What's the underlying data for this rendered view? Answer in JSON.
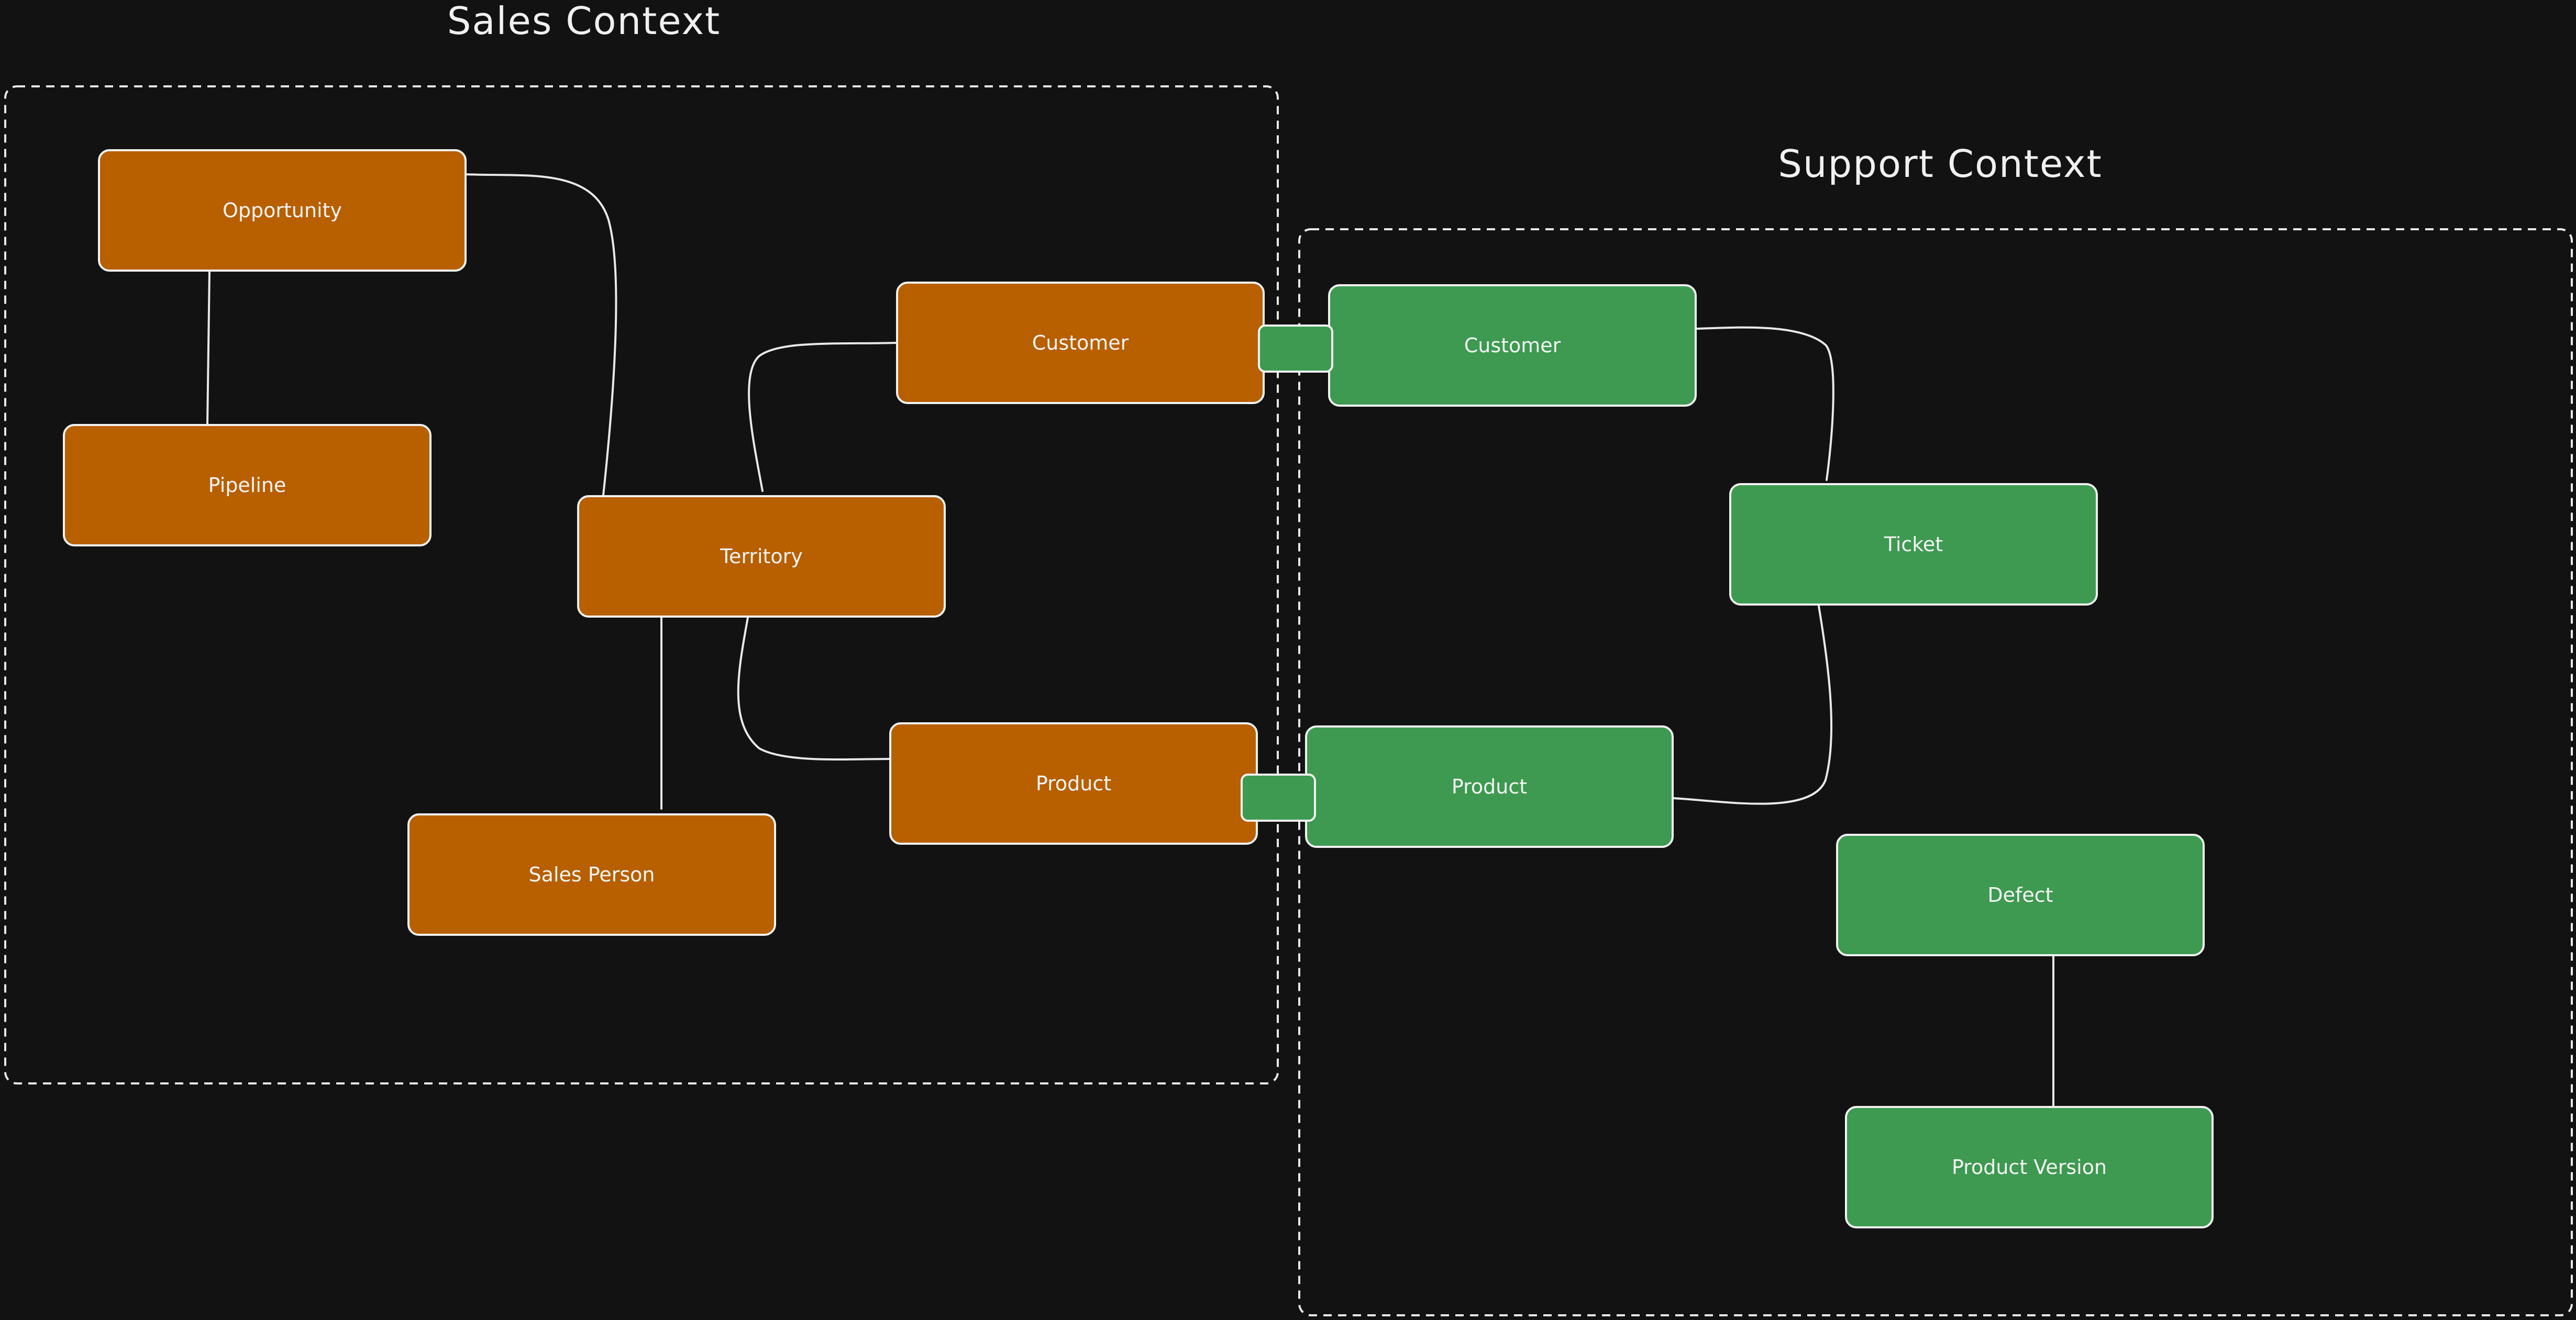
{
  "contexts": {
    "sales": {
      "title": "Sales Context",
      "color": "#b85f00",
      "nodes": {
        "opportunity": "Opportunity",
        "pipeline": "Pipeline",
        "customer": "Customer",
        "territory": "Territory",
        "product": "Product",
        "sales_person": "Sales Person"
      }
    },
    "support": {
      "title": "Support Context",
      "color": "#3d9a50",
      "nodes": {
        "customer": "Customer",
        "ticket": "Ticket",
        "product": "Product",
        "defect": "Defect",
        "product_version": "Product Version"
      }
    }
  },
  "colors": {
    "background": "#121212",
    "stroke": "#f2f2f2",
    "sales_fill": "#b85f00",
    "support_fill": "#3d9a50"
  }
}
